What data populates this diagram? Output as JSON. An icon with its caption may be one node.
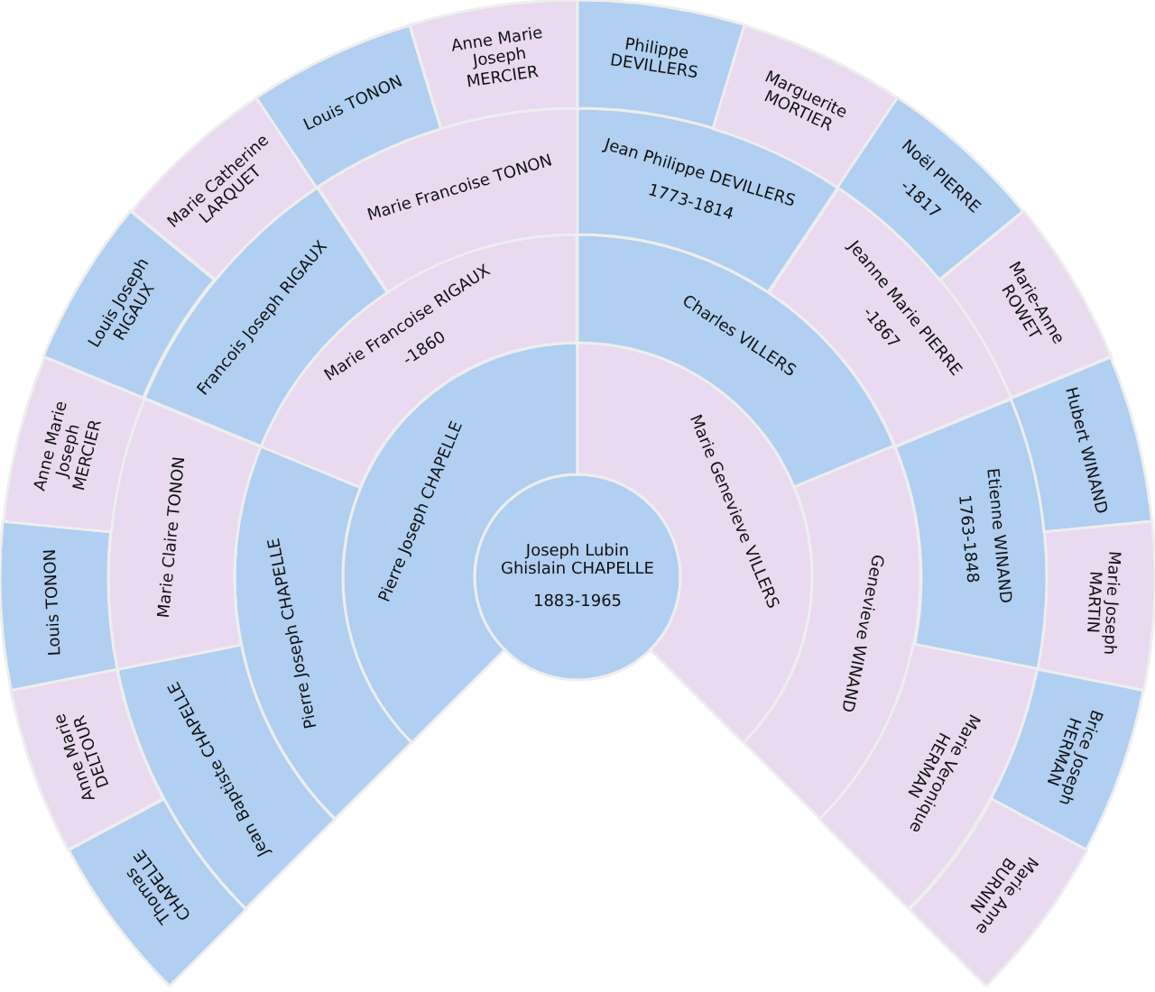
{
  "diagram": {
    "nodes": [
      {
        "text": [
          "Joseph Lubin Ghislain CHAPELLE",
          "1883-1965"
        ]
      },
      {
        "text": [
          "Pierre Joseph CHAPELLE"
        ]
      },
      {
        "text": [
          "Marie Genevieve VILLERS"
        ]
      },
      {
        "text": [
          "Pierre Joseph CHAPELLE"
        ]
      },
      {
        "text": [
          "Marie Francoise RIGAUX",
          "-1860"
        ]
      },
      {
        "text": [
          "Charles VILLERS"
        ]
      },
      {
        "text": [
          "Genevieve WINAND"
        ]
      },
      {
        "text": [
          "Jean Baptiste CHAPELLE"
        ]
      },
      {
        "text": [
          "Marie Claire TONON"
        ]
      },
      {
        "text": [
          "Francois Joseph RIGAUX"
        ]
      },
      {
        "text": [
          "Marie Francoise TONON"
        ]
      },
      {
        "text": [
          "Jean Philippe DEVILLERS",
          "1773-1814"
        ]
      },
      {
        "text": [
          "Jeanne Marie PIERRE",
          "-1867"
        ]
      },
      {
        "text": [
          "Etienne WINAND",
          "1763-1848"
        ]
      },
      {
        "text": [
          "Marie Veronique HERMAN"
        ]
      },
      {
        "text": [
          "Thomas CHAPELLE"
        ]
      },
      {
        "text": [
          "Anne Marie DELTOUR"
        ]
      },
      {
        "text": [
          "Louis TONON"
        ]
      },
      {
        "text": [
          "Anne Marie Joseph MERCIER"
        ]
      },
      {
        "text": [
          "Louis Joseph RIGAUX"
        ]
      },
      {
        "text": [
          "Marie Catherine LARQUET"
        ]
      },
      {
        "text": [
          "Louis TONON"
        ]
      },
      {
        "text": [
          "Anne Marie Joseph MERCIER"
        ]
      },
      {
        "text": [
          "Philippe DEVILLERS"
        ]
      },
      {
        "text": [
          "Marguerite MORTIER"
        ]
      },
      {
        "text": [
          "Noël PIERRE",
          "-1817"
        ]
      },
      {
        "text": [
          "Marie-Anne ROWET"
        ]
      },
      {
        "text": [
          "Hubert WINAND"
        ]
      },
      {
        "text": [
          "Marie Joseph MARTIN"
        ]
      },
      {
        "text": [
          "Brice Joseph HERMAN"
        ]
      },
      {
        "text": [
          "Marie Anne BURNIN"
        ]
      }
    ]
  }
}
